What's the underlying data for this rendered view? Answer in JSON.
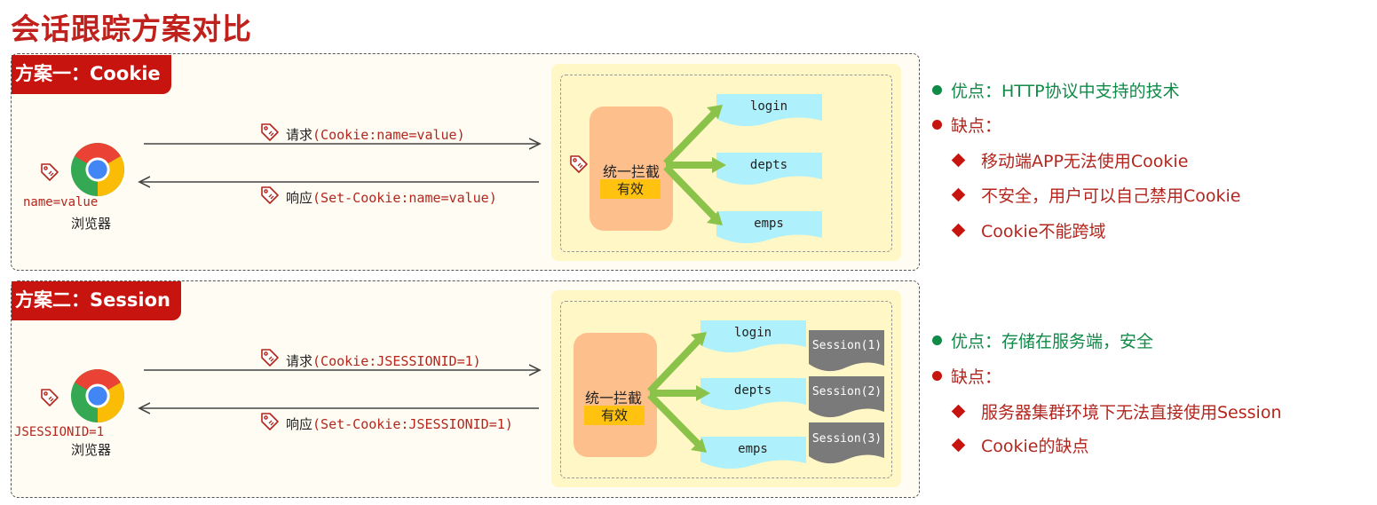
{
  "title": "会话跟踪方案对比",
  "scheme1": {
    "tag": "方案一：Cookie",
    "request_label": "请求",
    "request_value": "(Cookie:name=value)",
    "response_label": "响应",
    "response_value": "(Set-Cookie:name=value)",
    "browser_value": "name=value",
    "browser_label": "浏览器",
    "interceptor": "统一拦截",
    "valid": "有效",
    "resources": [
      "login",
      "depts",
      "emps"
    ]
  },
  "scheme2": {
    "tag": "方案二：Session",
    "request_label": "请求",
    "request_value": "(Cookie:JSESSIONID=1)",
    "response_label": "响应",
    "response_value": "(Set-Cookie:JSESSIONID=1)",
    "browser_value": "JSESSIONID=1",
    "browser_label": "浏览器",
    "interceptor": "统一拦截",
    "valid": "有效",
    "resources": [
      "login",
      "depts",
      "emps"
    ],
    "sessions": [
      "Session(1)",
      "Session(2)",
      "Session(3)"
    ]
  },
  "cookie_notes": {
    "pros": "优点：HTTP协议中支持的技术",
    "cons_title": "缺点：",
    "cons": [
      "移动端APP无法使用Cookie",
      "不安全，用户可以自己禁用Cookie",
      "Cookie不能跨域"
    ]
  },
  "session_notes": {
    "pros": "优点：存储在服务端，安全",
    "cons_title": "缺点：",
    "cons": [
      "服务器集群环境下无法直接使用Session",
      "Cookie的缺点"
    ]
  },
  "colors": {
    "accent_red": "#c8140f",
    "pros_green": "#0f8a47",
    "arrow_green": "#8bc34a",
    "resource_cyan": "#aef0fb",
    "session_gray": "#7a7a7a",
    "interceptor_orange": "#fdc08d",
    "valid_yellow": "#ffc20e"
  },
  "icons": [
    "chrome-browser-icon",
    "tag-icon"
  ]
}
